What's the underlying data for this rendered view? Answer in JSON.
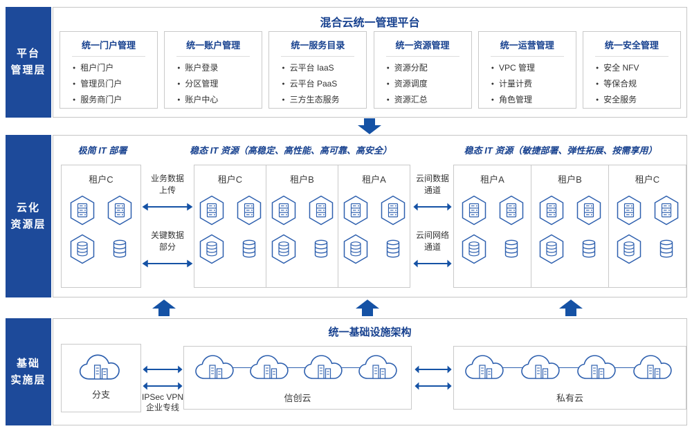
{
  "colors": {
    "brand_text_blue": "#17418f",
    "layer_label_bg": "#1d4a9a",
    "arrow_blue": "#1552a5",
    "icon_stroke_blue": "#2d5fae",
    "box_border_gray": "#c9c9c9"
  },
  "platform_layer": {
    "label": [
      "平台",
      "管理层"
    ],
    "title": "混合云统一管理平台",
    "boxes": [
      {
        "title": "统一门户管理",
        "items": [
          "租户门户",
          "管理员门户",
          "服务商门户"
        ]
      },
      {
        "title": "统一账户管理",
        "items": [
          "账户登录",
          "分区管理",
          "账户中心"
        ]
      },
      {
        "title": "统一服务目录",
        "items": [
          "云平台 IaaS",
          "云平台 PaaS",
          "三方生态服务"
        ]
      },
      {
        "title": "统一资源管理",
        "items": [
          "资源分配",
          "资源调度",
          "资源汇总"
        ]
      },
      {
        "title": "统一运营管理",
        "items": [
          "VPC 管理",
          "计量计费",
          "角色管理"
        ]
      },
      {
        "title": "统一安全管理",
        "items": [
          "安全 NFV",
          "等保合规",
          "安全服务"
        ]
      }
    ]
  },
  "cloud_layer": {
    "label": [
      "云化",
      "资源层"
    ],
    "headers": {
      "left": "极简 IT 部署",
      "middle": "稳态 IT 资源（高稳定、高性能、高可靠、高安全）",
      "right": "稳态 IT 资源（敏捷部署、弹性拓展、按需享用）"
    },
    "left_tenant": "租户C",
    "middle_tenants": [
      "租户C",
      "租户B",
      "租户A"
    ],
    "right_tenants": [
      "租户A",
      "租户B",
      "租户C"
    ],
    "left_flows": [
      {
        "line1": "业务数据",
        "line2": "上传"
      },
      {
        "line1": "关键数据",
        "line2": "部分"
      }
    ],
    "right_flows": [
      {
        "line1": "云间数据",
        "line2": "通道"
      },
      {
        "line1": "云间网络",
        "line2": "通道"
      }
    ]
  },
  "infra_layer": {
    "label": [
      "基础",
      "实施层"
    ],
    "title": "统一基础设施架构",
    "branch_label": "分支",
    "vpn_label": {
      "line1": "IPSec VPN",
      "line2": "企业专线"
    },
    "clouds": [
      {
        "label": "信创云"
      },
      {
        "label": "私有云"
      }
    ]
  }
}
